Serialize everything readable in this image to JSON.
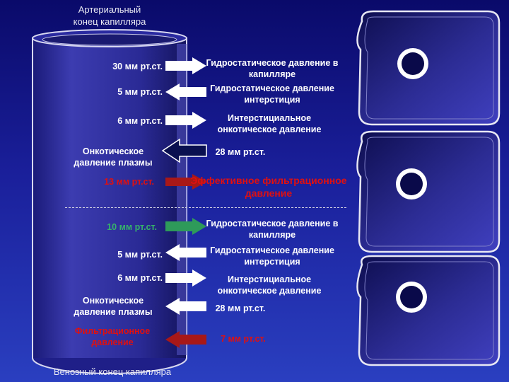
{
  "captions": {
    "top": "Артериальный\nконец капилляра",
    "bottom": "Венозный конец капилляра"
  },
  "arterial": {
    "hydro_cap_value": "30 мм рт.ст.",
    "hydro_cap_label": "Гидростатическое давление в капилляре",
    "hydro_int_value": "5 мм рт.ст.",
    "hydro_int_label": "Гидростатическое давление интерстиция",
    "onc_int_value": "6 мм рт.ст.",
    "onc_int_label": "Интерстициальное онкотическое давление",
    "onc_plasma_label": "Онкотическое давление плазмы",
    "onc_plasma_value": "28 мм рт.ст.",
    "effective_value": "13 мм рт.ст.",
    "effective_label": "Эффективное фильтрационное давление"
  },
  "venous": {
    "hydro_cap_value": "10 мм рт.ст.",
    "hydro_cap_label": "Гидростатическое давление в капилляре",
    "hydro_int_value": "5 мм рт.ст.",
    "hydro_int_label": "Гидростатическое давление интерстиция",
    "onc_int_value": "6 мм рт.ст.",
    "onc_int_label": "Интерстициальное онкотическое давление",
    "onc_plasma_label": "Онкотическое давление плазмы",
    "onc_plasma_value": "28 мм рт.ст.",
    "filtration_label": "Фильтрационное давление",
    "filtration_value": "7 мм рт.ст."
  },
  "colors": {
    "background_top": "#0a0a6a",
    "background_bottom": "#2a3fc0",
    "arrow_white": "#ffffff",
    "arrow_dark": "#0a1050",
    "arrow_red": "#a81818",
    "arrow_green": "#2e9a5a",
    "text_red": "#e01010",
    "text_green": "#36b36a"
  }
}
